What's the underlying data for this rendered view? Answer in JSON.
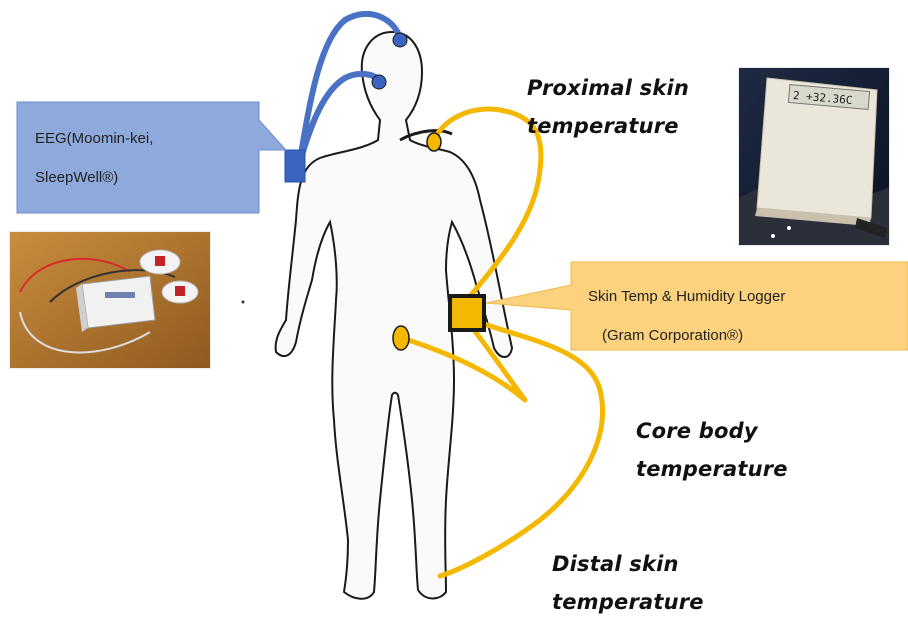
{
  "labels": {
    "proximal_line1": "Proximal skin",
    "proximal_line2": "temperature",
    "core_line1": "Core body",
    "core_line2": "temperature",
    "distal_line1": "Distal skin",
    "distal_line2": "temperature"
  },
  "eeg_callout": {
    "line1": "EEG(Moomin-kei,",
    "line2": "SleepWell®)"
  },
  "logger_callout": {
    "line1": "Skin Temp & Humidity Logger",
    "line2": "(Gram Corporation®)"
  },
  "logger_display": {
    "text": "2 +32.36C"
  },
  "colors": {
    "eeg_wire": "#4a72c4",
    "eeg_box": "#3b64c0",
    "eeg_callout_fill": "#8ea9dc",
    "temp_wire": "#f5b800",
    "sensor_fill": "#f5b800",
    "logger_callout_fill": "#fcd27f",
    "body_outline": "#1a1a1a",
    "body_fill": "#fafafa"
  }
}
